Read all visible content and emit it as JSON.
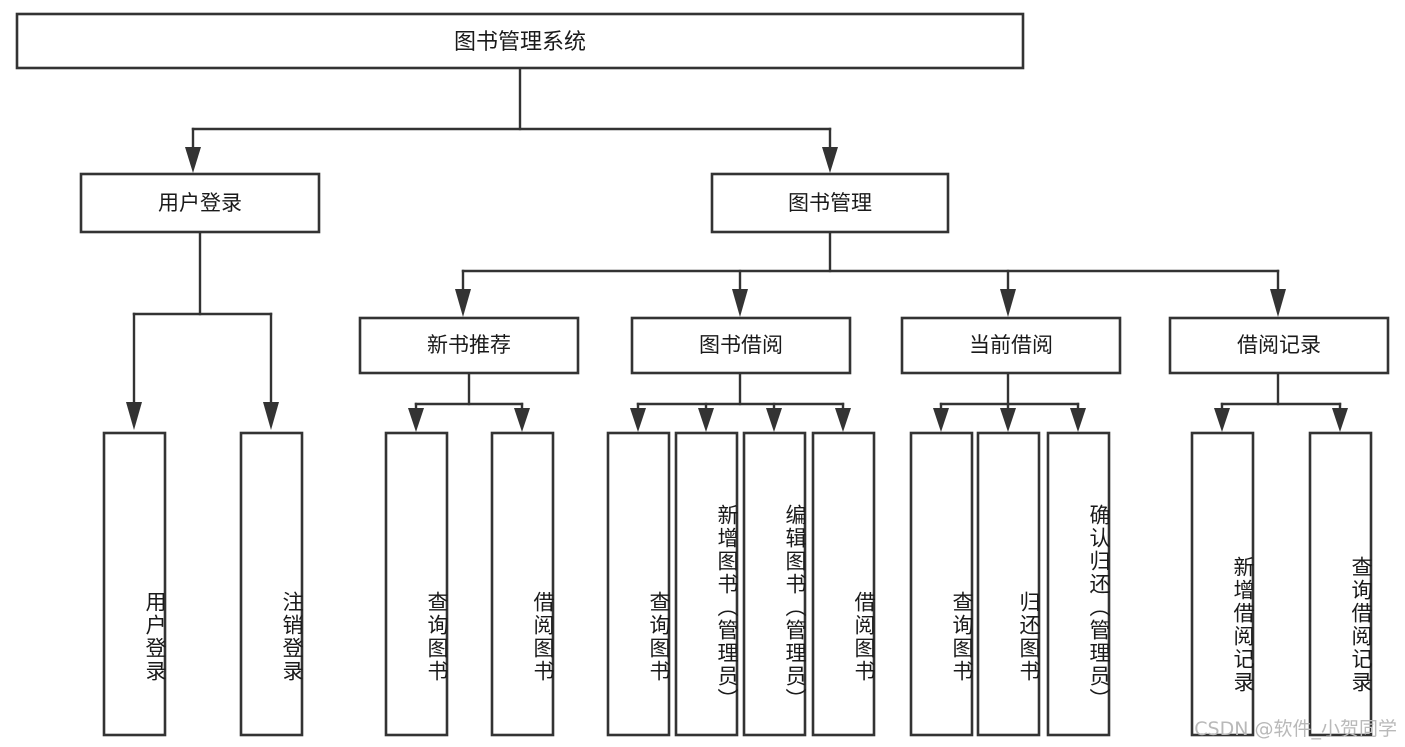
{
  "diagram": {
    "title": "图书管理系统",
    "type": "hierarchy-tree",
    "background_color": "#ffffff",
    "line_color": "#333333",
    "text_color": "#1a1a1a",
    "root": {
      "label": "图书管理系统"
    },
    "level1": [
      {
        "label": "用户登录"
      },
      {
        "label": "图书管理"
      }
    ],
    "level2": [
      {
        "label": "新书推荐"
      },
      {
        "label": "图书借阅"
      },
      {
        "label": "当前借阅"
      },
      {
        "label": "借阅记录"
      }
    ],
    "leaves": {
      "user_login": [
        {
          "label": "用户登录"
        },
        {
          "label": "注销登录"
        }
      ],
      "new_book_recommend": [
        {
          "label": "查询图书"
        },
        {
          "label": "借阅图书"
        }
      ],
      "book_borrow": [
        {
          "label": "查询图书"
        },
        {
          "label": "新增图书（管理员）"
        },
        {
          "label": "编辑图书（管理员）"
        },
        {
          "label": "借阅图书"
        }
      ],
      "current_borrow": [
        {
          "label": "查询图书"
        },
        {
          "label": "归还图书"
        },
        {
          "label": "确认归还（管理员）"
        }
      ],
      "borrow_record": [
        {
          "label": "新增借阅记录"
        },
        {
          "label": "查询借阅记录"
        }
      ]
    }
  },
  "watermark": {
    "text": "CSDN @软件_小贺同学",
    "color": "#b9b9b9"
  }
}
